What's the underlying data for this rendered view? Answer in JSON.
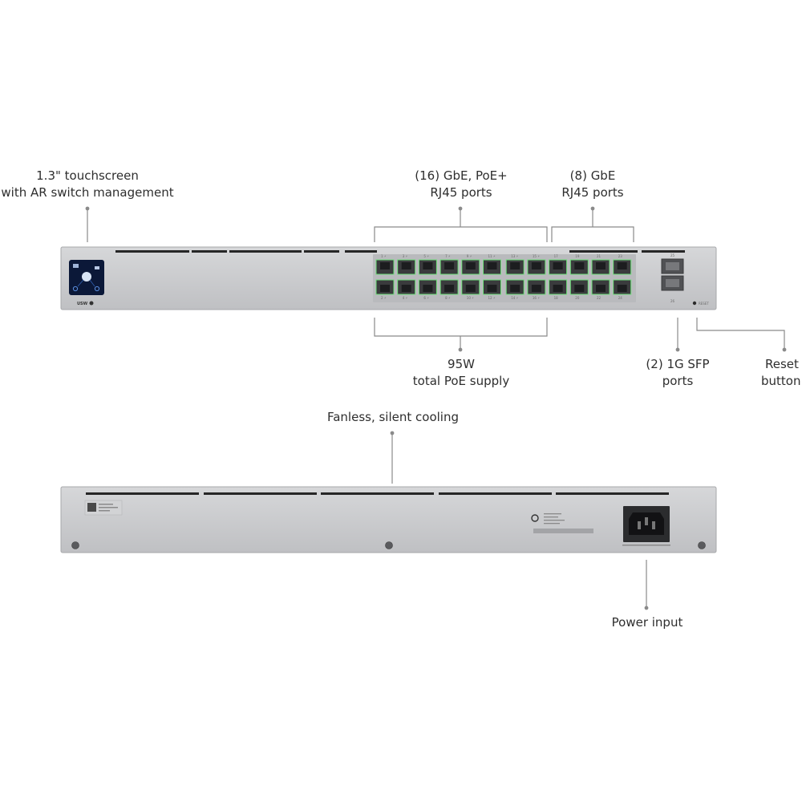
{
  "callouts": {
    "touchscreen": [
      "1.3\" touchscreen",
      "with AR switch management"
    ],
    "poe_ports": [
      "(16) GbE, PoE+",
      "RJ45 ports"
    ],
    "gbe_ports": [
      "(8) GbE",
      "RJ45 ports"
    ],
    "poe_supply": [
      "95W",
      "total PoE supply"
    ],
    "sfp_ports": [
      "(2) 1G SFP",
      "ports"
    ],
    "reset_button": [
      "Reset",
      "button"
    ],
    "cooling": "Fanless, silent cooling",
    "power_input": "Power input"
  },
  "front_panel": {
    "brand_mark": "USW",
    "reset_text": "RESET",
    "top_port_numbers": [
      "1 ⚡",
      "3 ⚡",
      "5 ⚡",
      "7 ⚡",
      "9 ⚡",
      "11 ⚡",
      "13 ⚡",
      "15 ⚡",
      "17",
      "19",
      "21",
      "23"
    ],
    "bottom_port_numbers": [
      "2 ⚡",
      "4 ⚡",
      "6 ⚡",
      "8 ⚡",
      "10 ⚡",
      "12 ⚡",
      "14 ⚡",
      "16 ⚡",
      "18",
      "20",
      "22",
      "24"
    ],
    "sfp_numbers": [
      "25",
      "26"
    ]
  },
  "colors": {
    "chassis": "#c9cacc",
    "chassis_edge": "#a9aaad",
    "port": "#3a3b3d",
    "port_led": "#6fe07a",
    "screen": "#0a1a3a",
    "leader": "#888888"
  }
}
